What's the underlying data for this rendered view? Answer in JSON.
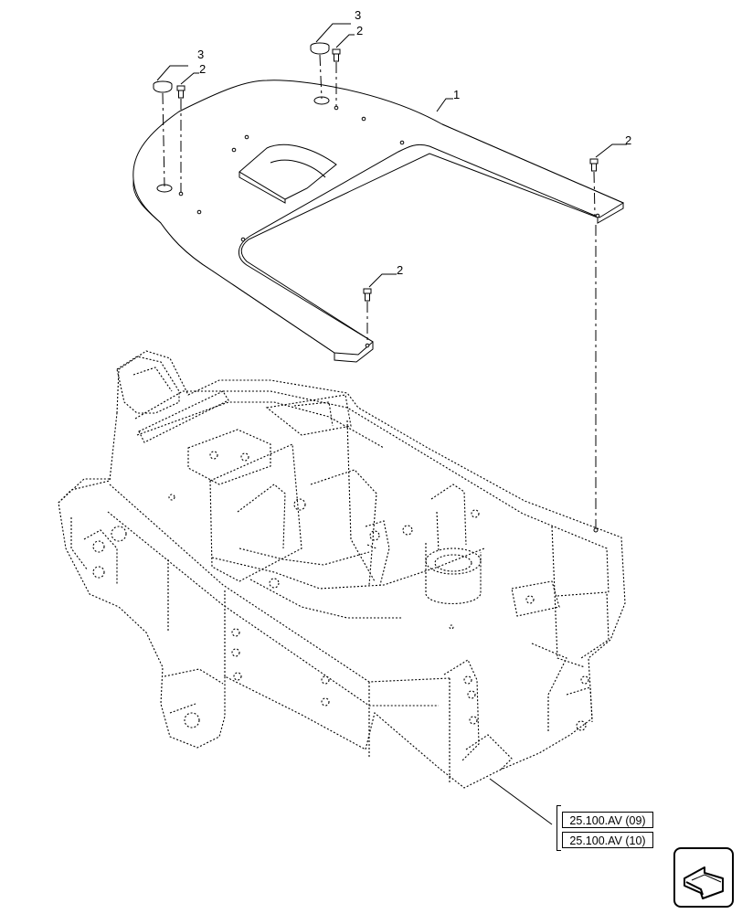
{
  "callouts": {
    "part1": "1",
    "part2": "2",
    "part3": "3"
  },
  "references": [
    "25.100.AV (09)",
    "25.100.AV (10)"
  ],
  "icons": {
    "navigation": "next-page-arrow-icon"
  },
  "colors": {
    "line": "#000000",
    "background": "#ffffff"
  }
}
